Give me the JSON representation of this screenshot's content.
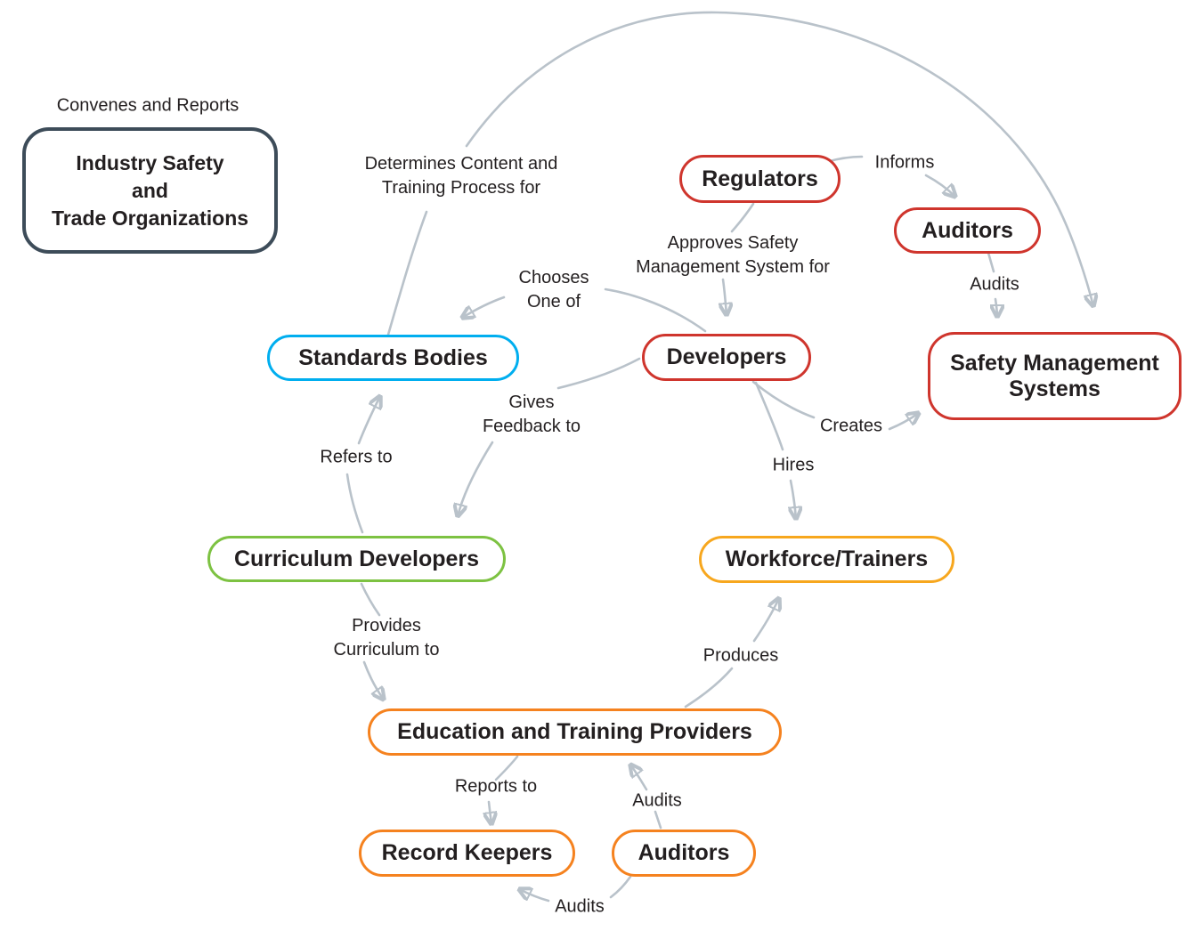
{
  "nodes": [
    {
      "id": "industry",
      "label": "Industry Safety\nand\nTrade Organizations",
      "border_color": "#3d4c59"
    },
    {
      "id": "regulators",
      "label": "Regulators",
      "border_color": "#cf352d"
    },
    {
      "id": "auditors_red",
      "label": "Auditors",
      "border_color": "#cf352d"
    },
    {
      "id": "standards_bodies",
      "label": "Standards Bodies",
      "border_color": "#00aeef"
    },
    {
      "id": "developers",
      "label": "Developers",
      "border_color": "#cf352d"
    },
    {
      "id": "safety_management_systems",
      "label": "Safety Management\nSystems",
      "border_color": "#cf352d"
    },
    {
      "id": "curriculum_developers",
      "label": "Curriculum Developers",
      "border_color": "#7dc242"
    },
    {
      "id": "workforce_trainers",
      "label": "Workforce/Trainers",
      "border_color": "#f7a71e"
    },
    {
      "id": "education_training_providers",
      "label": "Education and Training Providers",
      "border_color": "#f5821f"
    },
    {
      "id": "record_keepers",
      "label": "Record Keepers",
      "border_color": "#f5821f"
    },
    {
      "id": "auditors_orange",
      "label": "Auditors",
      "border_color": "#f5821f"
    }
  ],
  "edge_labels": [
    {
      "id": "convenes",
      "text": "Convenes and Reports"
    },
    {
      "id": "determines",
      "text": "Determines Content and\nTraining Process for"
    },
    {
      "id": "informs",
      "text": "Informs"
    },
    {
      "id": "approves",
      "text": "Approves Safety\nManagement System for"
    },
    {
      "id": "audits_sms",
      "text": "Audits"
    },
    {
      "id": "chooses",
      "text": "Chooses\nOne of"
    },
    {
      "id": "gives_feedback",
      "text": "Gives\nFeedback to"
    },
    {
      "id": "creates",
      "text": "Creates"
    },
    {
      "id": "refers_to",
      "text": "Refers to"
    },
    {
      "id": "hires",
      "text": "Hires"
    },
    {
      "id": "provides_curriculum",
      "text": "Provides\nCurriculum to"
    },
    {
      "id": "produces",
      "text": "Produces"
    },
    {
      "id": "reports_to",
      "text": "Reports to"
    },
    {
      "id": "audits_education",
      "text": "Audits"
    },
    {
      "id": "audits_records",
      "text": "Audits"
    }
  ],
  "palette": {
    "dark_slate": "#3d4c59",
    "red": "#cf352d",
    "cyan": "#00aeef",
    "green": "#7dc242",
    "yellow": "#f7a71e",
    "orange": "#f5821f",
    "arrow_gray": "#b9c2ca",
    "text": "#231f20",
    "background": "#ffffff"
  }
}
